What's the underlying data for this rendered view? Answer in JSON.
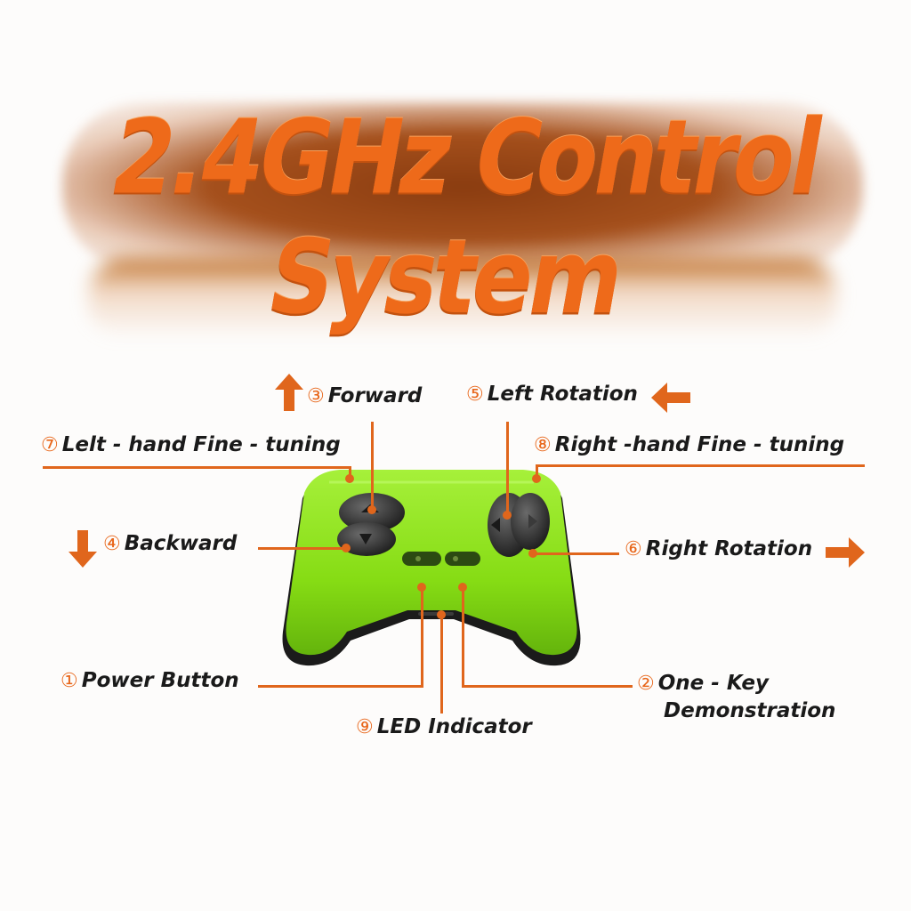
{
  "title": "2.4GHz Control System",
  "colors": {
    "accent": "#e8661a",
    "controller": "#8fe31a",
    "title_shadow": "#8a3c10"
  },
  "labels": {
    "forward": {
      "num": "③",
      "text": "Forward"
    },
    "left_rotation": {
      "num": "⑤",
      "text": "Left Rotation"
    },
    "left_fine_tuning": {
      "num": "⑦",
      "text": "Lelt - hand Fine - tuning"
    },
    "right_fine_tuning": {
      "num": "⑧",
      "text": "Right -hand Fine - tuning"
    },
    "backward": {
      "num": "④",
      "text": "Backward"
    },
    "right_rotation": {
      "num": "⑥",
      "text": "Right Rotation"
    },
    "power_button": {
      "num": "①",
      "text": "Power Button"
    },
    "one_key_demo": {
      "num": "②",
      "text_line1": "One - Key",
      "text_line2": "Demonstration"
    },
    "led_indicator": {
      "num": "⑨",
      "text": "LED Indicator"
    }
  },
  "icons": [
    "arrow-up-icon",
    "arrow-left-icon",
    "arrow-down-icon",
    "arrow-right-icon"
  ]
}
